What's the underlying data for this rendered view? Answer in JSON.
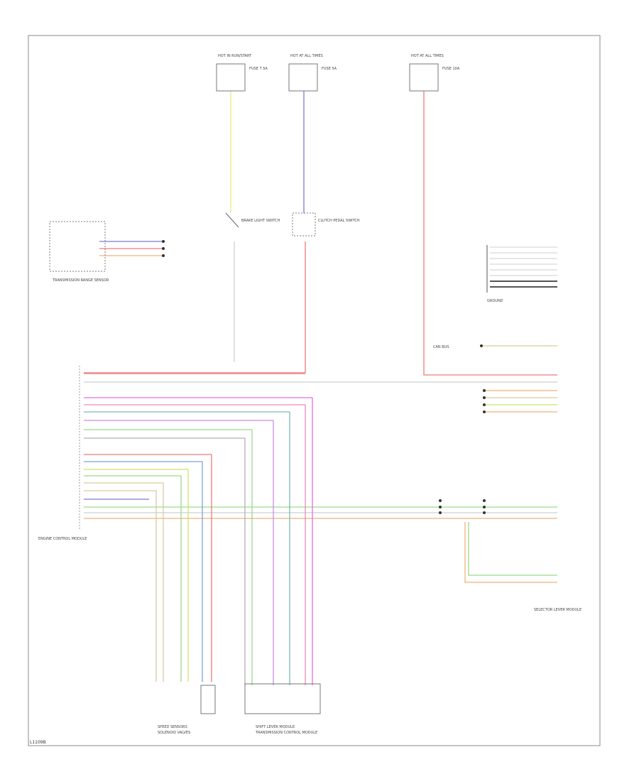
{
  "doc_id": "L1109B",
  "fuses": [
    {
      "id": "fuse-left",
      "header": "HOT IN RUN/START",
      "text": "FUSE 7.5A"
    },
    {
      "id": "fuse-mid",
      "header": "HOT AT ALL TIMES",
      "text": "FUSE 5A"
    },
    {
      "id": "fuse-right",
      "header": "HOT AT ALL TIMES",
      "text": "FUSE 10A"
    }
  ],
  "components": [
    {
      "id": "brake-switch",
      "text": "BRAKE LIGHT SWITCH"
    },
    {
      "id": "clutch-switch",
      "text": "CLUTCH PEDAL SWITCH"
    },
    {
      "id": "transmission-sensor",
      "text": "TRANSMISSION RANGE SENSOR"
    },
    {
      "id": "engine-module",
      "text": "ENGINE CONTROL MODULE"
    },
    {
      "id": "ground",
      "text": "GROUND"
    },
    {
      "id": "can-bus-label",
      "text": "CAN BUS"
    },
    {
      "id": "shifter-module",
      "text": "SHIFT LEVER MODULE"
    },
    {
      "id": "tcm-label",
      "text": "TRANSMISSION CONTROL MODULE"
    },
    {
      "id": "front-sensors",
      "text": "SPEED SENSORS"
    },
    {
      "id": "rear-sensors",
      "text": "SOLENOID VALVES"
    },
    {
      "id": "lower-right-module",
      "text": "SELECTOR LEVER MODULE"
    }
  ]
}
